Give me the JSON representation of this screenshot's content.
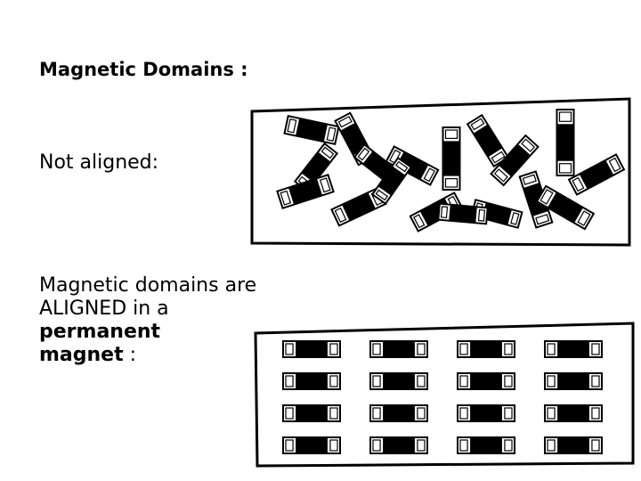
{
  "slide": {
    "title": "Magnetic Domains :",
    "not_aligned_label": "Not aligned:",
    "aligned_text_prefix": "Magnetic domains are ALIGNED in a ",
    "aligned_text_bold_1": "permanent",
    "aligned_text_bold_2": "magnet",
    "aligned_text_suffix": " :"
  },
  "figures": {
    "random_domains_count": 18,
    "aligned_domains_rows": 4,
    "aligned_domains_cols": 4
  },
  "colors": {
    "ink": "#000000",
    "paper": "#ffffff"
  }
}
